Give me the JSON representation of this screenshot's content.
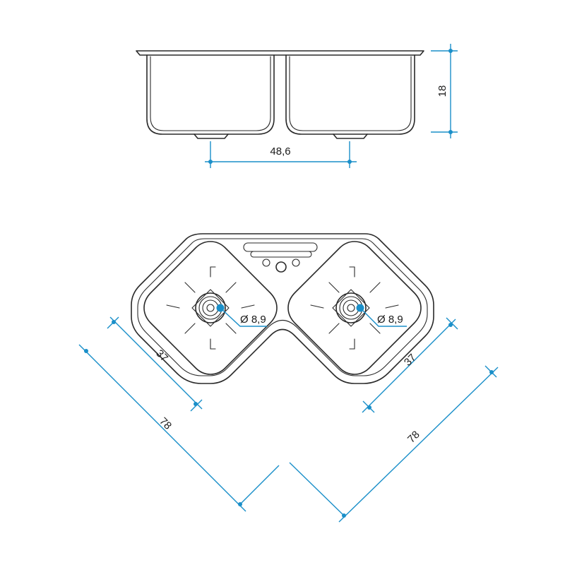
{
  "colors": {
    "outline": "#2a2a2a",
    "dimension": "#1a8fc9",
    "background": "#ffffff"
  },
  "dimensions": {
    "bowl_height": "18",
    "drain_spacing": "48,6",
    "left_bowl_depth": "37",
    "right_bowl_depth": "37",
    "left_overall": "78",
    "right_overall": "78",
    "left_drain_diameter": "Ø 8,9",
    "right_drain_diameter": "Ø 8,9"
  }
}
